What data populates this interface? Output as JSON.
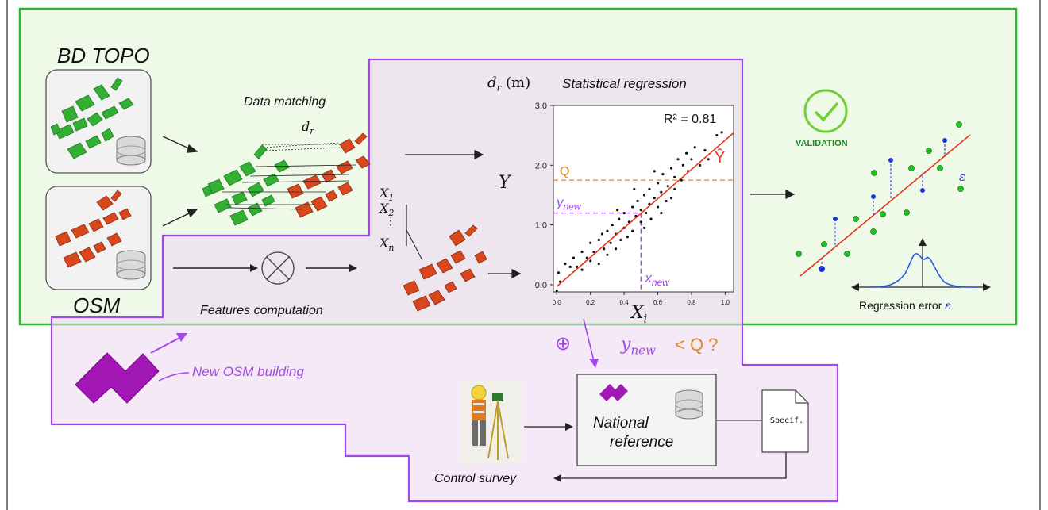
{
  "sources": {
    "bd_topo_label": "BD TOPO",
    "osm_label": "OSM"
  },
  "steps": {
    "data_matching": "Data matching",
    "distance_symbol": "d",
    "distance_subscript": "r",
    "features_computation": "Features computation",
    "statistical_regression": "Statistical regression",
    "new_osm_building": "New OSM building",
    "control_survey": "Control survey",
    "national_reference_line1": "National",
    "national_reference_line2": "reference",
    "spec_doc": "Specif."
  },
  "features": {
    "x1": "X",
    "x1_sub": "1",
    "x2": "X",
    "x2_sub": "2",
    "xn": "X",
    "xn_sub": "n",
    "y_label": "Y"
  },
  "validation": {
    "label": "VALIDATION",
    "regression_error": "Regression error",
    "epsilon": "ε"
  },
  "query": {
    "ynew": "y",
    "ynew_sub": "new",
    "condition": "< Q  ?",
    "plus": "⊕"
  },
  "colors": {
    "green_region": "#2db52d",
    "purple_region": "#a347e8",
    "bd_topo_buildings": "#33b033",
    "osm_buildings": "#d8481c",
    "new_building": "#a217b5",
    "regression_line": "#e8341c",
    "threshold_q": "#e08a2c",
    "validation_check": "#6fcf34",
    "validation_blue": "#1a37d6",
    "validation_green": "#22c422"
  },
  "chart_data": {
    "type": "scatter",
    "title": "Statistical regression",
    "ylabel_symbol": "d",
    "ylabel_sub": "r",
    "ylabel_unit": "(m)",
    "xlabel_symbol": "X",
    "xlabel_sub": "i",
    "annotation": "R² = 0.81",
    "yhat_label": "Ŷ",
    "q_label": "Q",
    "q_value": 1.75,
    "xnew_label": "x",
    "xnew_sub": "new",
    "ynew_label": "y",
    "ynew_sub": "new",
    "xnew_value": 0.5,
    "ynew_value": 1.2,
    "xlim": [
      -0.02,
      1.05
    ],
    "ylim": [
      -0.12,
      3.0
    ],
    "xticks": [
      "0.0",
      "0.2",
      "0.4",
      "0.6",
      "0.8",
      "1.0"
    ],
    "yticks": [
      "0.0",
      "1.0",
      "2.0",
      "3.0"
    ],
    "regression": {
      "slope": 2.45,
      "intercept": -0.03,
      "x_range": [
        0.0,
        1.05
      ]
    },
    "points": [
      [
        0.0,
        -0.1
      ],
      [
        0.01,
        0.2
      ],
      [
        0.02,
        0.05
      ],
      [
        0.05,
        0.35
      ],
      [
        0.08,
        0.3
      ],
      [
        0.1,
        0.45
      ],
      [
        0.12,
        0.3
      ],
      [
        0.15,
        0.55
      ],
      [
        0.15,
        0.25
      ],
      [
        0.18,
        0.45
      ],
      [
        0.2,
        0.7
      ],
      [
        0.2,
        0.4
      ],
      [
        0.22,
        0.55
      ],
      [
        0.25,
        0.35
      ],
      [
        0.25,
        0.75
      ],
      [
        0.28,
        0.6
      ],
      [
        0.3,
        0.9
      ],
      [
        0.3,
        0.5
      ],
      [
        0.32,
        0.7
      ],
      [
        0.33,
        1.0
      ],
      [
        0.35,
        0.6
      ],
      [
        0.35,
        0.85
      ],
      [
        0.37,
        1.1
      ],
      [
        0.38,
        0.75
      ],
      [
        0.4,
        0.95
      ],
      [
        0.4,
        1.2
      ],
      [
        0.42,
        0.8
      ],
      [
        0.43,
        1.05
      ],
      [
        0.45,
        1.3
      ],
      [
        0.45,
        0.9
      ],
      [
        0.47,
        1.15
      ],
      [
        0.48,
        1.4
      ],
      [
        0.5,
        1.05
      ],
      [
        0.5,
        1.25
      ],
      [
        0.52,
        1.5
      ],
      [
        0.52,
        0.95
      ],
      [
        0.53,
        1.2
      ],
      [
        0.55,
        1.35
      ],
      [
        0.55,
        1.6
      ],
      [
        0.56,
        1.1
      ],
      [
        0.58,
        1.45
      ],
      [
        0.6,
        1.7
      ],
      [
        0.6,
        1.3
      ],
      [
        0.62,
        1.55
      ],
      [
        0.63,
        1.85
      ],
      [
        0.65,
        1.4
      ],
      [
        0.66,
        1.65
      ],
      [
        0.68,
        1.95
      ],
      [
        0.7,
        1.6
      ],
      [
        0.7,
        1.8
      ],
      [
        0.72,
        2.1
      ],
      [
        0.74,
        1.75
      ],
      [
        0.75,
        2.0
      ],
      [
        0.77,
        2.2
      ],
      [
        0.78,
        1.9
      ],
      [
        0.8,
        2.1
      ],
      [
        0.82,
        2.3
      ],
      [
        0.85,
        2.0
      ],
      [
        0.88,
        2.25
      ],
      [
        0.9,
        2.1
      ],
      [
        0.95,
        2.5
      ],
      [
        0.98,
        2.55
      ],
      [
        0.46,
        1.6
      ],
      [
        0.58,
        1.9
      ],
      [
        0.36,
        1.25
      ],
      [
        0.62,
        1.2
      ],
      [
        0.27,
        0.85
      ],
      [
        0.68,
        1.45
      ]
    ]
  }
}
